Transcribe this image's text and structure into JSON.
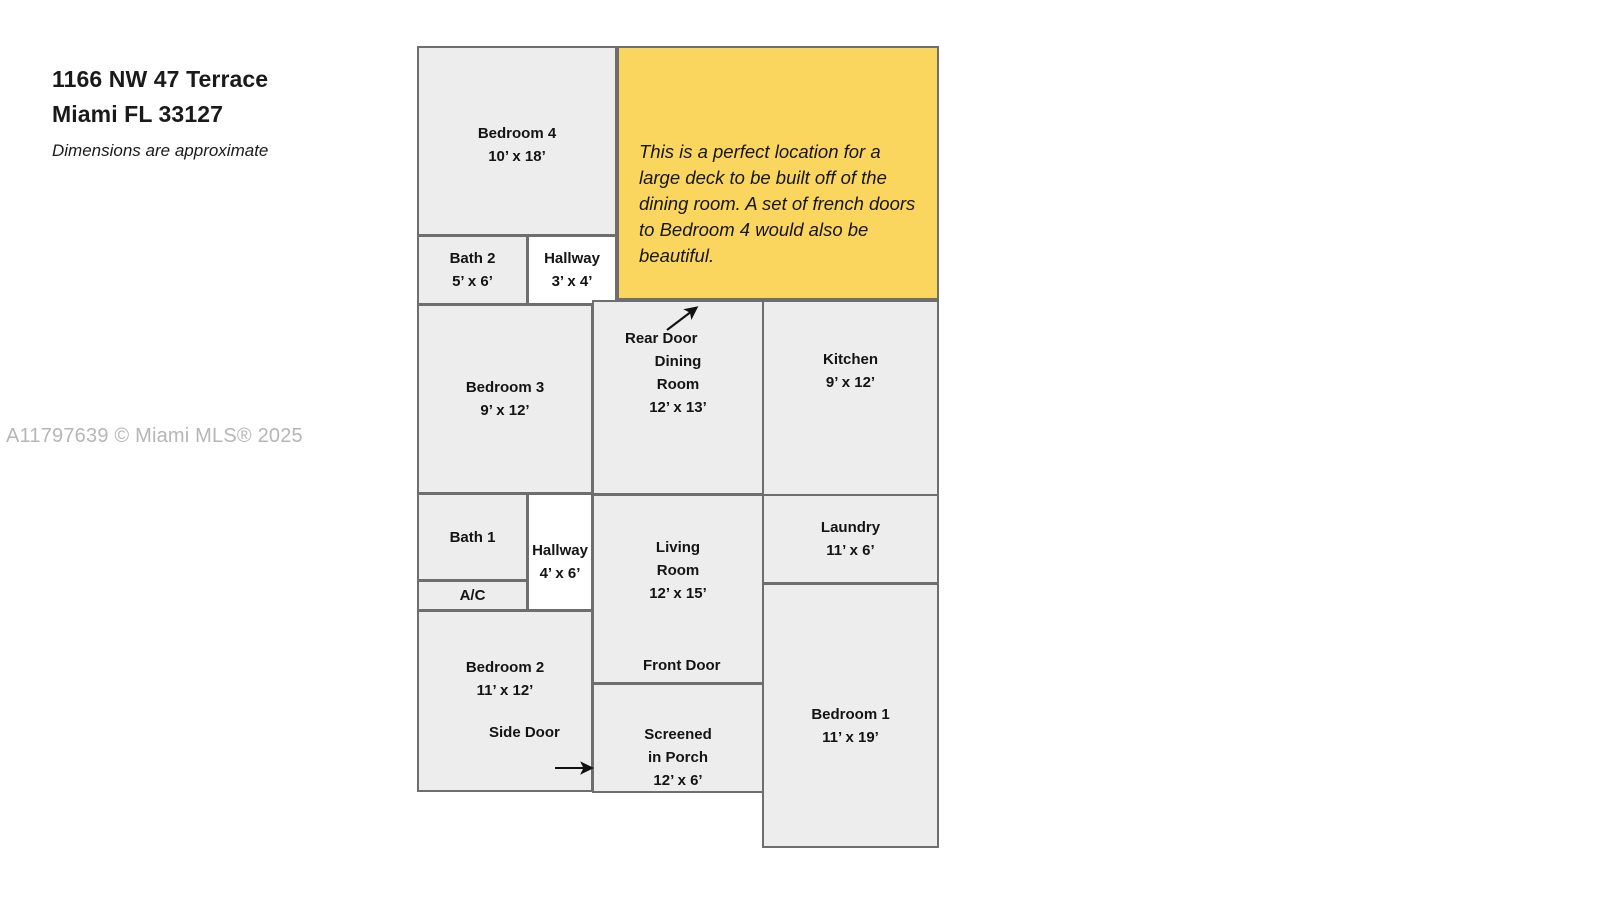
{
  "header": {
    "address_line1": "1166 NW 47 Terrace",
    "address_line2": "Miami FL 33127",
    "disclaimer": "Dimensions are approximate"
  },
  "watermark": {
    "text": "A11797639 © Miami MLS® 2025"
  },
  "note": {
    "text": "This is a perfect location for a large deck to be built off of the dining room.  A set of french doors to Bedroom 4 would also be beautiful.",
    "background_color": "#fbd65e"
  },
  "colors": {
    "room_fill": "#ededed",
    "room_fill_alt": "#ffffff",
    "wall": "#6e6e6e",
    "note_fill": "#fbd65e",
    "text": "#141414",
    "watermark": "#b6b6b6"
  },
  "rooms": [
    {
      "id": "bedroom-4",
      "name": "Bedroom 4",
      "dimensions": "10’ x 18’"
    },
    {
      "id": "bath-2",
      "name": "Bath 2",
      "dimensions": "5’ x 6’"
    },
    {
      "id": "hallway-upper",
      "name": "Hallway",
      "dimensions": "3’ x 4’"
    },
    {
      "id": "bedroom-3",
      "name": "Bedroom 3",
      "dimensions": "9’ x 12’"
    },
    {
      "id": "dining-room",
      "name": "Dining\nRoom",
      "dimensions": "12’ x 13’"
    },
    {
      "id": "kitchen",
      "name": "Kitchen",
      "dimensions": "9’ x 12’"
    },
    {
      "id": "bath-1",
      "name": "Bath 1",
      "dimensions": ""
    },
    {
      "id": "hallway-lower",
      "name": "Hallway",
      "dimensions": "4’ x 6’"
    },
    {
      "id": "ac",
      "name": "A/C",
      "dimensions": ""
    },
    {
      "id": "laundry",
      "name": "Laundry",
      "dimensions": "11’ x 6’"
    },
    {
      "id": "living-room",
      "name": "Living\nRoom",
      "dimensions": "12’ x 15’"
    },
    {
      "id": "bedroom-2",
      "name": "Bedroom 2",
      "dimensions": "11’ x 12’"
    },
    {
      "id": "bedroom-1",
      "name": "Bedroom 1",
      "dimensions": "11’ x 19’"
    },
    {
      "id": "screened-porch",
      "name": "Screened\nin Porch",
      "dimensions": "12’ x 6’"
    }
  ],
  "doors": [
    {
      "id": "rear-door",
      "label": "Rear Door",
      "arrow": "diagonal-up-right"
    },
    {
      "id": "front-door",
      "label": "Front Door",
      "arrow": "none"
    },
    {
      "id": "side-door",
      "label": "Side Door",
      "arrow": "right"
    }
  ]
}
